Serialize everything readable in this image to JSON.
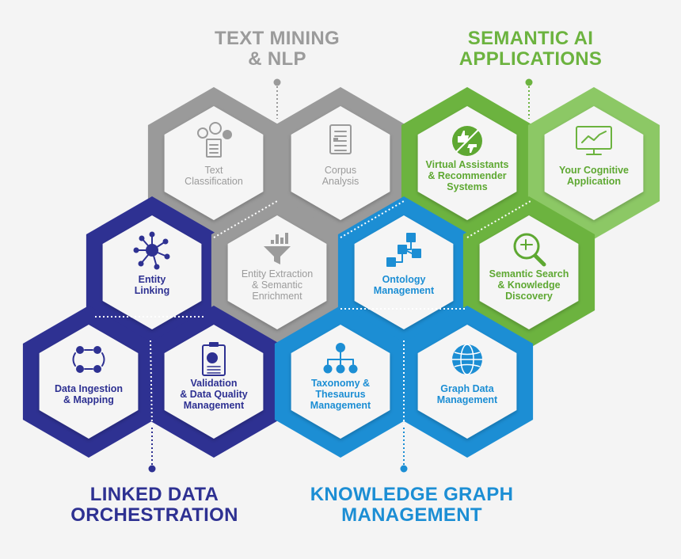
{
  "groups": {
    "text_mining": {
      "line1": "TEXT MINING",
      "line2": "& NLP",
      "color": "#9b9b9b"
    },
    "semantic_ai": {
      "line1": "SEMANTIC AI",
      "line2": "APPLICATIONS",
      "color": "#6cb33f"
    },
    "linked_data": {
      "line1": "LINKED DATA",
      "line2": "ORCHESTRATION",
      "color": "#2e3192"
    },
    "knowledge_graph": {
      "line1": "KNOWLEDGE GRAPH",
      "line2": "MANAGEMENT",
      "color": "#1c8ed4"
    }
  },
  "hexes": [
    {
      "id": "text-classification",
      "lines": [
        "Text",
        "Classification"
      ],
      "group": "text_mining",
      "icon": "classification-icon"
    },
    {
      "id": "corpus-analysis",
      "lines": [
        "Corpus",
        "Analysis"
      ],
      "group": "text_mining",
      "icon": "document-icon"
    },
    {
      "id": "virtual-assistants",
      "lines": [
        "Virtual Assistants",
        "& Recommender",
        "Systems"
      ],
      "group": "semantic_ai",
      "icon": "thumbs-icon"
    },
    {
      "id": "your-cognitive-application",
      "lines": [
        "Your Cognitive",
        "Application"
      ],
      "group": "semantic_ai_light",
      "icon": "monitor-chart-icon"
    },
    {
      "id": "entity-linking",
      "lines": [
        "Entity",
        "Linking"
      ],
      "group": "linked_data",
      "icon": "network-node-icon"
    },
    {
      "id": "entity-extraction",
      "lines": [
        "Entity Extraction",
        "& Semantic",
        "Enrichment"
      ],
      "group": "text_mining",
      "icon": "funnel-icon"
    },
    {
      "id": "ontology-management",
      "lines": [
        "Ontology",
        "Management"
      ],
      "group": "knowledge_graph",
      "icon": "ontology-icon"
    },
    {
      "id": "semantic-search",
      "lines": [
        "Semantic Search",
        "& Knowledge",
        "Discovery"
      ],
      "group": "semantic_ai",
      "icon": "search-icon"
    },
    {
      "id": "data-ingestion",
      "lines": [
        "Data Ingestion",
        "& Mapping"
      ],
      "group": "linked_data",
      "icon": "data-flow-icon"
    },
    {
      "id": "validation",
      "lines": [
        "Validation",
        "& Data Quality",
        "Management"
      ],
      "group": "linked_data",
      "icon": "clipboard-icon"
    },
    {
      "id": "taxonomy",
      "lines": [
        "Taxonomy &",
        "Thesaurus",
        "Management"
      ],
      "group": "knowledge_graph",
      "icon": "hierarchy-icon"
    },
    {
      "id": "graph-data",
      "lines": [
        "Graph Data",
        "Management"
      ],
      "group": "knowledge_graph",
      "icon": "globe-icon"
    }
  ],
  "colors": {
    "text_mining": "#9a9a9a",
    "semantic_ai": "#6cb33f",
    "semantic_ai_light": "#8cc865",
    "linked_data": "#2e3192",
    "knowledge_graph": "#1c8ed4",
    "inner_fill": "#f5f5f5",
    "label_text_mining": "#9b9b9b",
    "label_semantic_ai": "#5ea832",
    "label_linked_data": "#2e3192",
    "label_knowledge_graph": "#1c8ed4"
  }
}
